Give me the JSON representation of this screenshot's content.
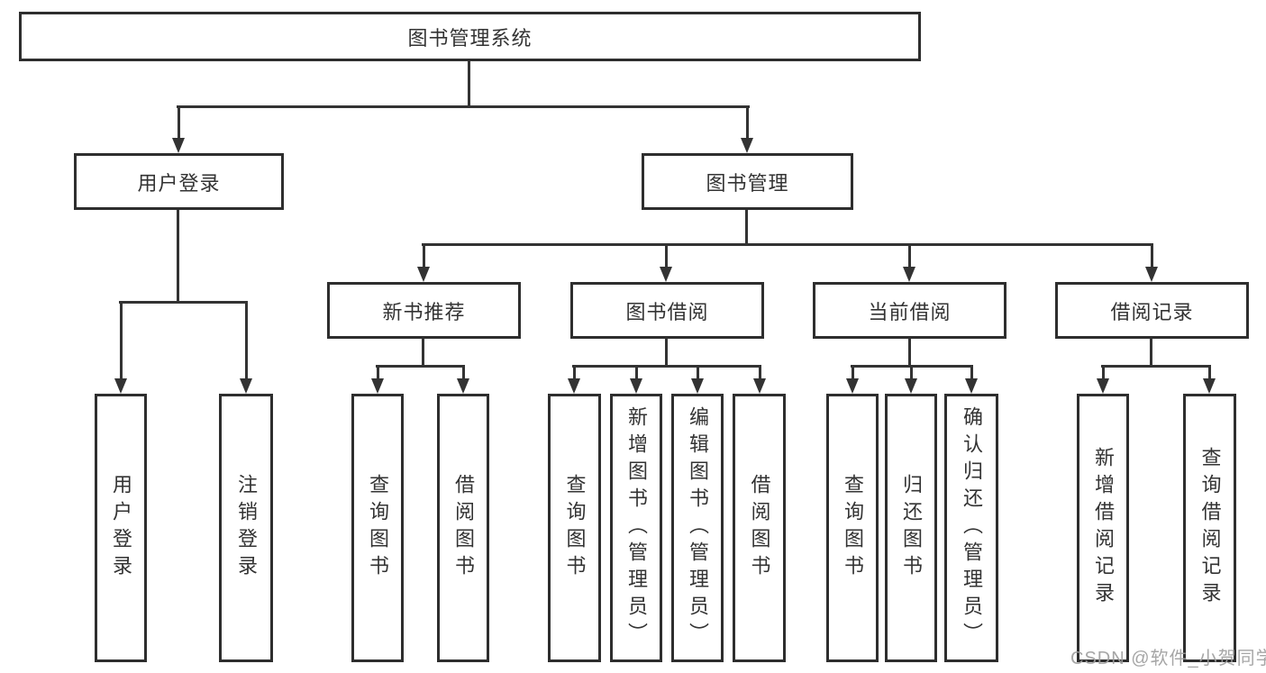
{
  "diagram": {
    "type": "hierarchy-tree",
    "title": "图书管理系统"
  },
  "nodes": {
    "root": {
      "label": "图书管理系统"
    },
    "user_login_group": {
      "label": "用户登录"
    },
    "book_mgmt": {
      "label": "图书管理"
    },
    "new_book": {
      "label": "新书推荐"
    },
    "book_borrow": {
      "label": "图书借阅"
    },
    "current_borrow": {
      "label": "当前借阅"
    },
    "borrow_records": {
      "label": "借阅记录"
    },
    "leaf_user_login": {
      "label": "用户登录"
    },
    "leaf_logout": {
      "label": "注销登录"
    },
    "leaf_query_book_1": {
      "label": "查询图书"
    },
    "leaf_borrow_book_1": {
      "label": "借阅图书"
    },
    "leaf_query_book_2": {
      "label": "查询图书"
    },
    "leaf_add_book_admin": {
      "label": "新增图书（管理员）"
    },
    "leaf_edit_book_admin": {
      "label": "编辑图书（管理员）"
    },
    "leaf_borrow_book_2": {
      "label": "借阅图书"
    },
    "leaf_query_book_3": {
      "label": "查询图书"
    },
    "leaf_return_book": {
      "label": "归还图书"
    },
    "leaf_confirm_return_admin": {
      "label": "确认归还（管理员）"
    },
    "leaf_add_borrow_record": {
      "label": "新增借阅记录"
    },
    "leaf_query_borrow_record": {
      "label": "查询借阅记录"
    }
  },
  "edges": [
    {
      "from": "root",
      "to": [
        "user_login_group",
        "book_mgmt"
      ]
    },
    {
      "from": "user_login_group",
      "to": [
        "leaf_user_login",
        "leaf_logout"
      ]
    },
    {
      "from": "book_mgmt",
      "to": [
        "new_book",
        "book_borrow",
        "current_borrow",
        "borrow_records"
      ]
    },
    {
      "from": "new_book",
      "to": [
        "leaf_query_book_1",
        "leaf_borrow_book_1"
      ]
    },
    {
      "from": "book_borrow",
      "to": [
        "leaf_query_book_2",
        "leaf_add_book_admin",
        "leaf_edit_book_admin",
        "leaf_borrow_book_2"
      ]
    },
    {
      "from": "current_borrow",
      "to": [
        "leaf_query_book_3",
        "leaf_return_book",
        "leaf_confirm_return_admin"
      ]
    },
    {
      "from": "borrow_records",
      "to": [
        "leaf_add_borrow_record",
        "leaf_query_borrow_record"
      ]
    }
  ],
  "watermark": {
    "text": "CSDN @软件_小贺同学",
    "color": "#9e9e9e"
  },
  "colors": {
    "background": "#ffffff",
    "line": "#333333",
    "box_border": "#2e2e2e",
    "text": "#333333"
  }
}
